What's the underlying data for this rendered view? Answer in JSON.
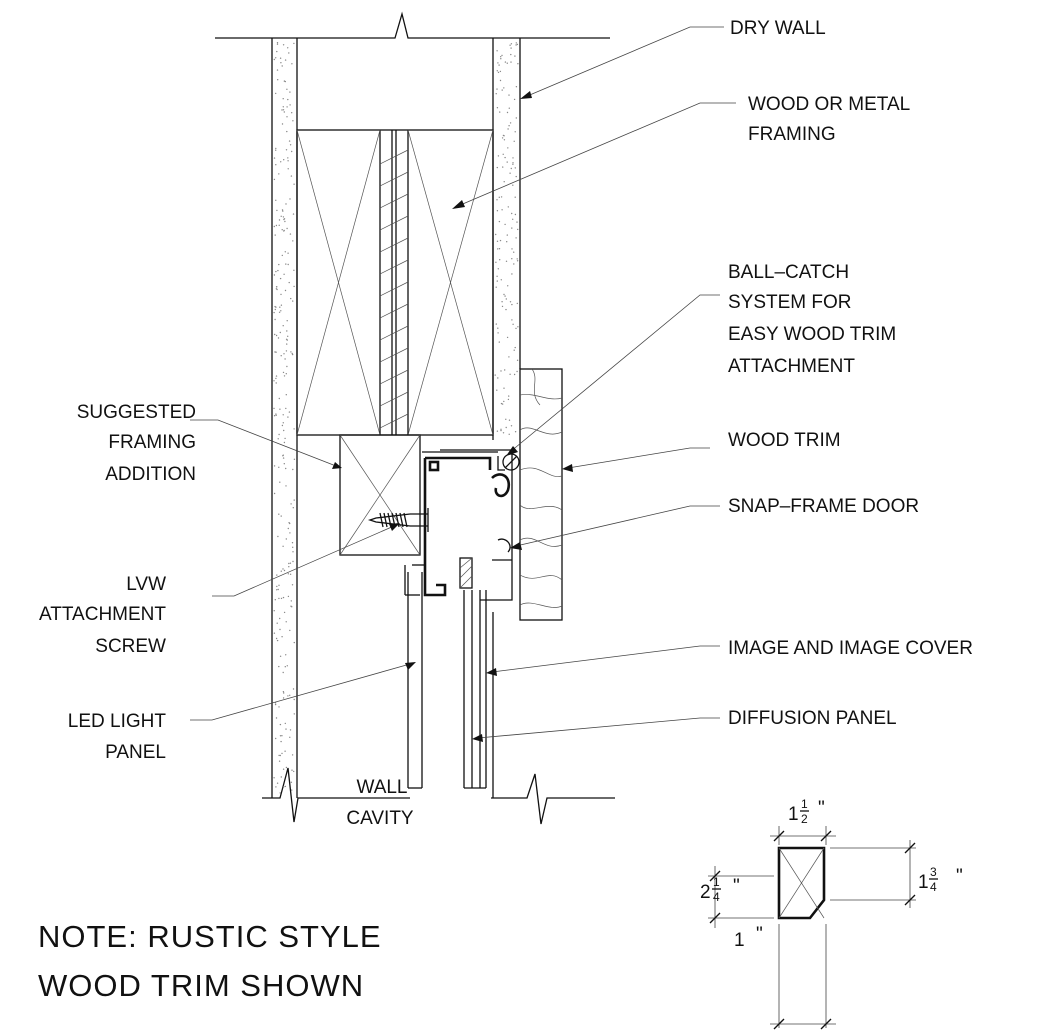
{
  "labels": {
    "dry_wall": "DRY WALL",
    "framing_1": "WOOD OR METAL",
    "framing_2": "FRAMING",
    "ball_1": "BALL–CATCH",
    "ball_2": "SYSTEM FOR",
    "ball_3": "EASY WOOD TRIM",
    "ball_4": "ATTACHMENT",
    "wood_trim": "WOOD TRIM",
    "snap_frame": "SNAP–FRAME DOOR",
    "image_cover": "IMAGE AND IMAGE COVER",
    "diffusion": "DIFFUSION PANEL",
    "suggested_1": "SUGGESTED",
    "suggested_2": "FRAMING",
    "suggested_3": "ADDITION",
    "lvw_1": "LVW",
    "lvw_2": "ATTACHMENT",
    "lvw_3": "SCREW",
    "led_1": "LED LIGHT",
    "led_2": "PANEL",
    "cavity_1": "WALL",
    "cavity_2": "CAVITY"
  },
  "note": {
    "line1": "NOTE:  RUSTIC STYLE",
    "line2": "WOOD TRIM SHOWN"
  },
  "dimensions": {
    "top_whole": "1",
    "top_num": "1",
    "top_den": "2",
    "left_whole": "2",
    "left_num": "1",
    "left_den": "4",
    "right_whole": "1",
    "right_num": "3",
    "right_den": "4",
    "bottom_whole": "1",
    "inch": "\""
  }
}
